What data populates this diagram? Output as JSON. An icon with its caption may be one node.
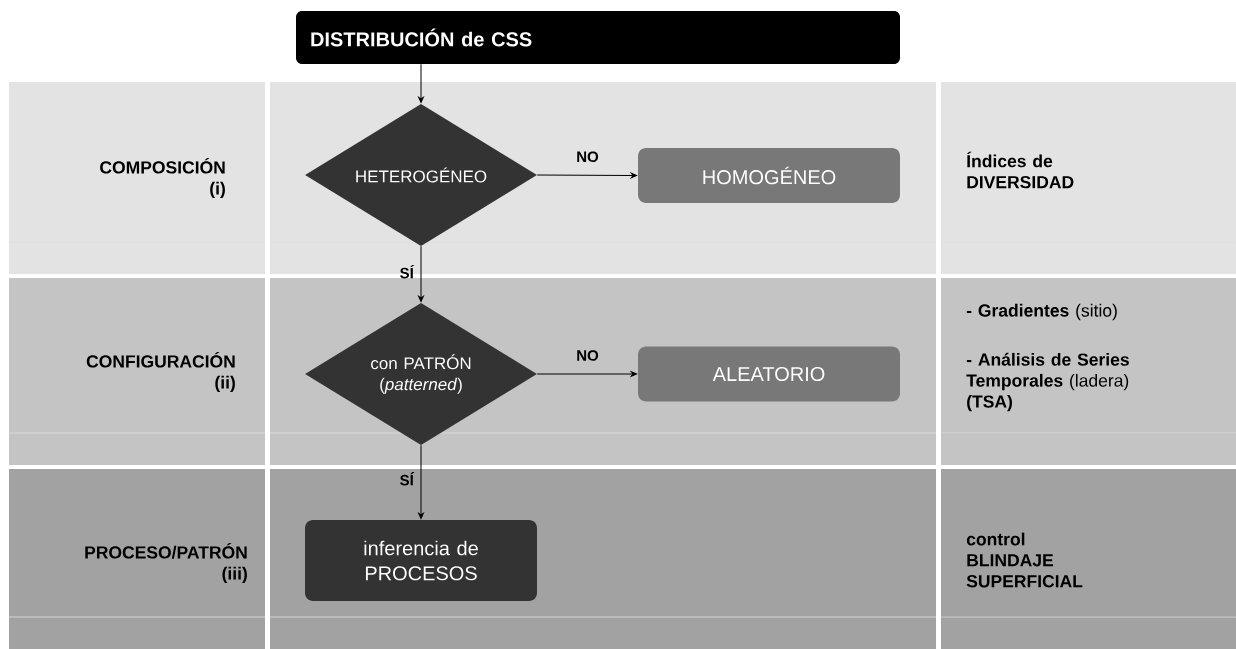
{
  "diagram": {
    "nodes": [
      {
        "text": [
          "DISTRIBUCIÓN de CSS"
        ]
      },
      {
        "text": [
          "HETEROGÉNEO"
        ]
      },
      {
        "text": [
          "HOMOGÉNEO"
        ]
      },
      {
        "text": [
          "con PATRÓN (*patterned*)"
        ]
      },
      {
        "text": [
          "ALEATORIO"
        ]
      },
      {
        "text": [
          "inferencia de PROCESOS"
        ]
      }
    ],
    "edges": [
      {
        "from": 0,
        "to": 1,
        "arrow": "to"
      },
      {
        "from": 1,
        "to": 2,
        "arrow": "to",
        "label": "NO"
      },
      {
        "from": 1,
        "to": 3,
        "arrow": "to",
        "label": "SÍ"
      },
      {
        "from": 3,
        "to": 4,
        "arrow": "to",
        "label": "NO"
      },
      {
        "from": 3,
        "to": 5,
        "arrow": "to",
        "label": "SÍ"
      }
    ],
    "labels": [
      "COMPOSICIÓN (i)",
      "Índices de DIVERSIDAD",
      "CONFIGURACIÓN (ii)",
      "**- Gradientes** (sitio)",
      "**- Análisis de Series Temporales** (ladera) **(TSA)**",
      "PROCESO/PATRÓN (iii)",
      "control BLINDAJE SUPERFICIAL"
    ]
  }
}
